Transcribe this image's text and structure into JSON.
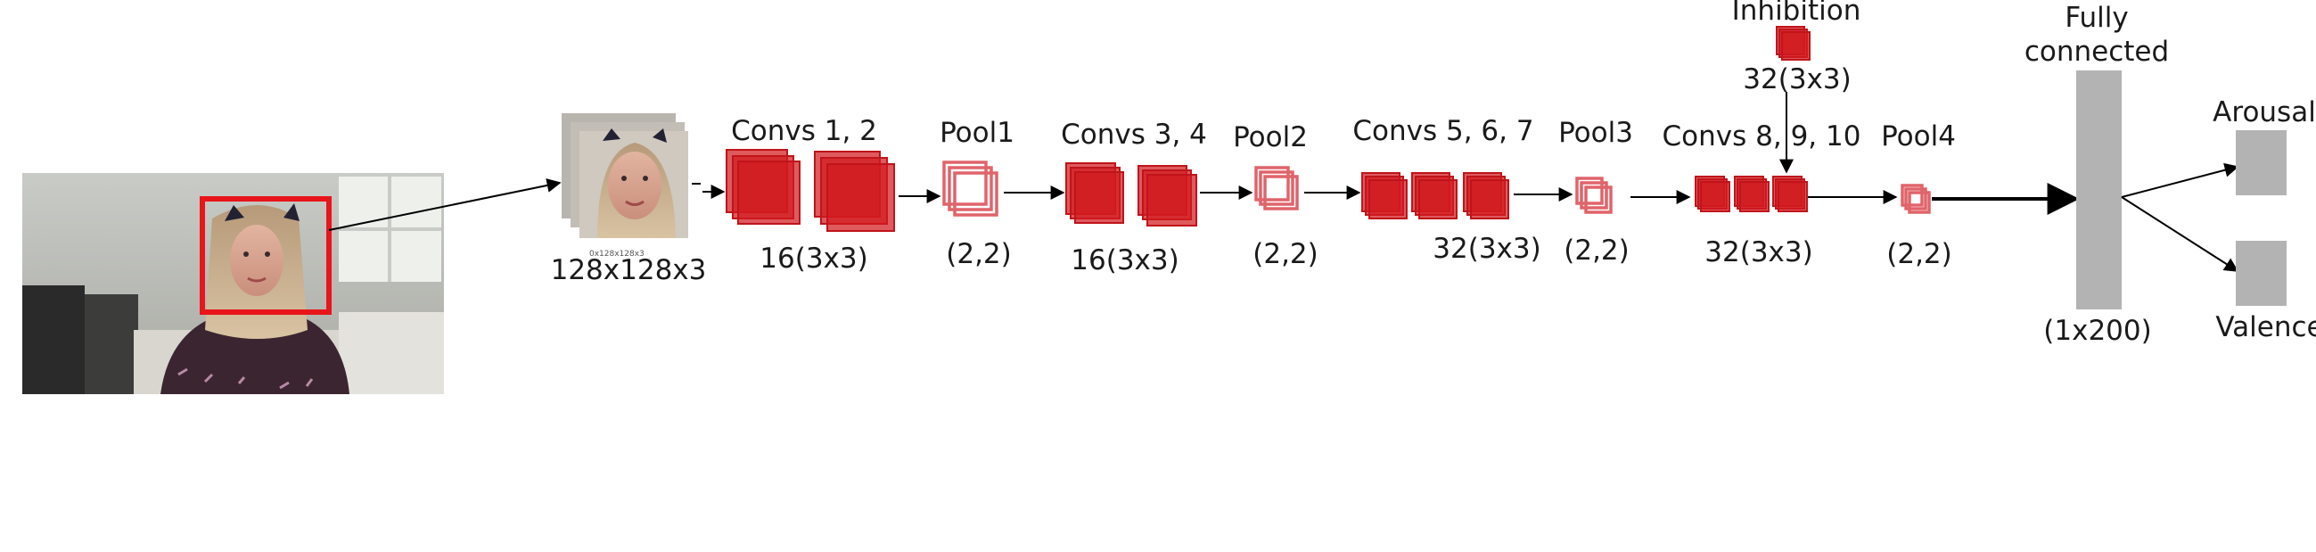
{
  "labels": {
    "input_size": "128x128x3",
    "input_size_small": "0x128x128x3",
    "convs_1_2": "Convs 1, 2",
    "convs_1_2_filters": "16(3x3)",
    "pool1": "Pool1",
    "pool1_size": "(2,2)",
    "convs_3_4": "Convs 3, 4",
    "convs_3_4_filters": "16(3x3)",
    "pool2": "Pool2",
    "pool2_size": "(2,2)",
    "convs_5_6_7": "Convs 5, 6, 7",
    "convs_5_6_7_filters": "32(3x3)",
    "pool3": "Pool3",
    "pool3_size": "(2,2)",
    "convs_8_9_10": "Convs 8, 9, 10",
    "convs_8_9_10_filters": "32(3x3)",
    "inhibition": "Inhibition",
    "inhibition_filters": "32(3x3)",
    "pool4": "Pool4",
    "pool4_size": "(2,2)",
    "fully_connected_line1": "Fully",
    "fully_connected_line2": "connected",
    "fc_size": "(1x200)",
    "arousal": "Arousal",
    "valence": "Valence"
  },
  "colors": {
    "conv_fill": "#d11a1f",
    "pool_stroke": "#e0646a",
    "face_box": "#e8151b",
    "fc_fill": "#b3b3b3"
  }
}
